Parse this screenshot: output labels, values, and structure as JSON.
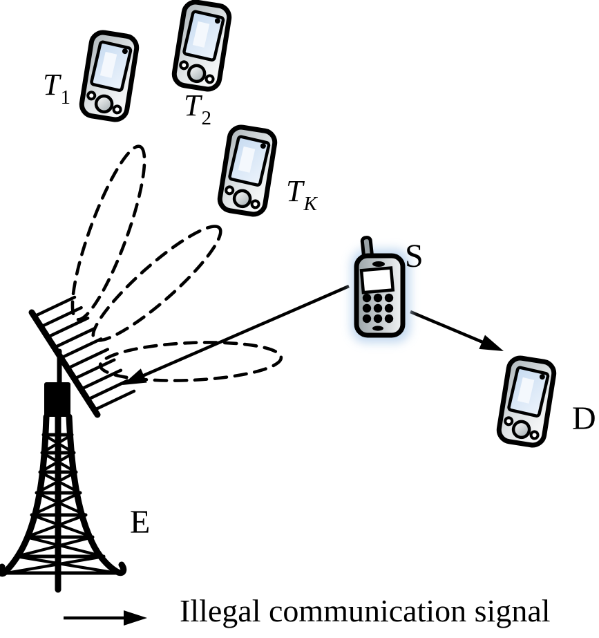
{
  "figure": {
    "kind": "wireless-communication-system-diagram",
    "colors": {
      "ink": "#000000",
      "background": "#ffffff",
      "device_body": "#c9d0d3",
      "screen_tint": "#d6e4f4",
      "phone_glow": "#bdd5ee"
    },
    "nodes": {
      "t1": {
        "label": "T",
        "sub": "1",
        "device": "pda-icon"
      },
      "t2": {
        "label": "T",
        "sub": "2",
        "device": "pda-icon"
      },
      "tk": {
        "label": "T",
        "sub": "K",
        "device": "pda-icon"
      },
      "s": {
        "label": "S",
        "device": "mobile-phone-icon"
      },
      "d": {
        "label": "D",
        "device": "pda-icon"
      },
      "e": {
        "label": "E",
        "device": "lattice-tower-with-antenna-array-icon"
      }
    },
    "connections": [
      {
        "from": "S",
        "to": "E",
        "type": "solid-arrow"
      },
      {
        "from": "S",
        "to": "D",
        "type": "solid-arrow"
      }
    ],
    "beams": {
      "from": "E-antenna-array",
      "type": "dashed-beam-lobe",
      "count": 3
    },
    "legend": {
      "symbol": "solid-arrow",
      "text": "Illegal communication signal"
    }
  }
}
